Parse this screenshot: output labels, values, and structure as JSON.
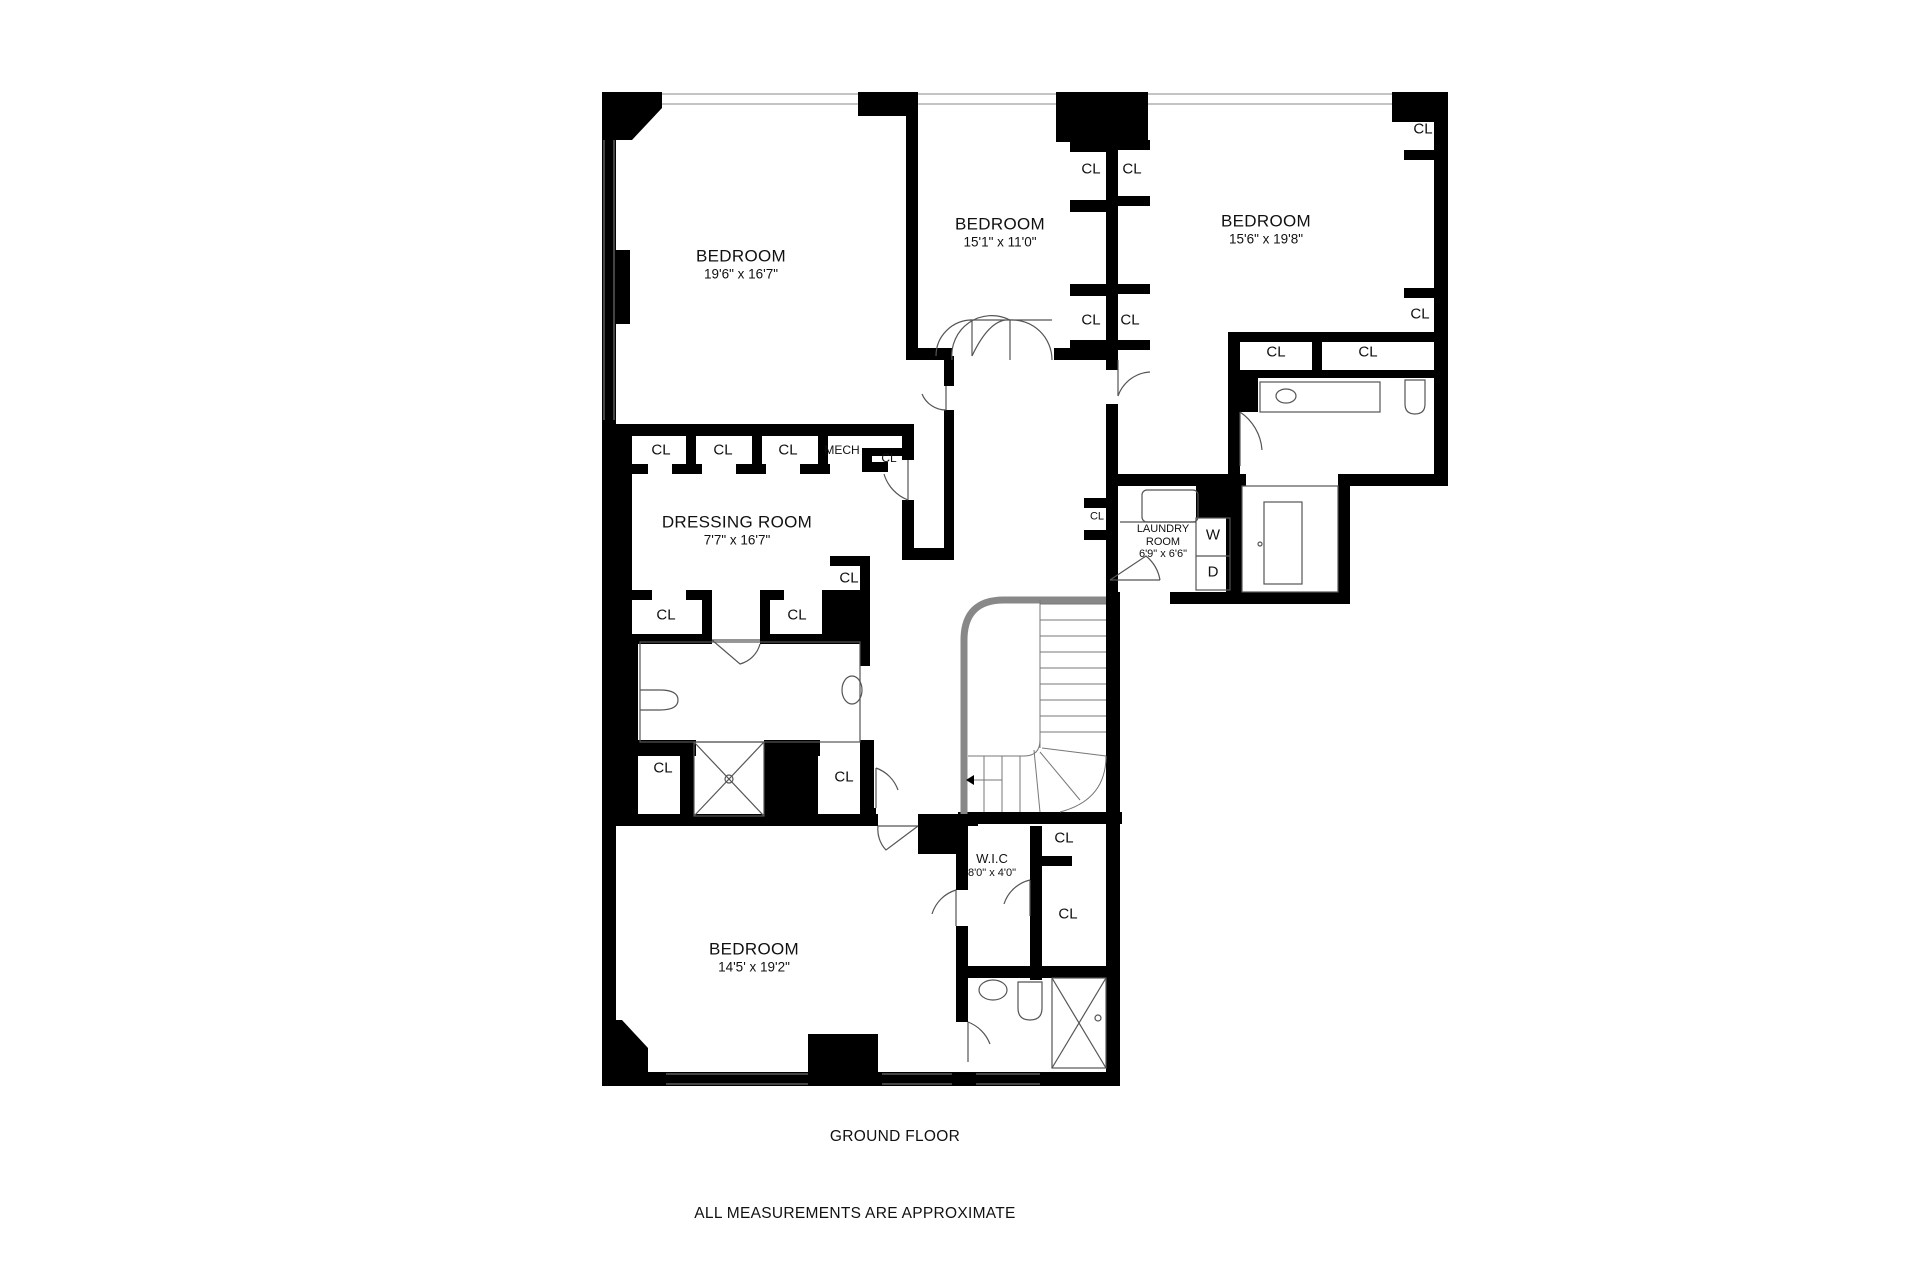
{
  "plan": {
    "floor_label": "GROUND FLOOR",
    "disclaimer": "ALL MEASUREMENTS ARE APPROXIMATE",
    "colors": {
      "wall": "#000000",
      "background": "#ffffff",
      "stair_rail": "#888888",
      "fixture_line": "#555555"
    }
  },
  "rooms": {
    "bedroom_nw": {
      "name": "BEDROOM",
      "dim": "19'6\" x 16'7\""
    },
    "bedroom_n": {
      "name": "BEDROOM",
      "dim": "15'1\" x 11'0\""
    },
    "bedroom_ne": {
      "name": "BEDROOM",
      "dim": "15'6\" x 19'8\""
    },
    "dressing": {
      "name": "DRESSING ROOM",
      "dim": "7'7\" x 16'7\""
    },
    "laundry": {
      "name_line1": "LAUNDRY",
      "name_line2": "ROOM",
      "dim": "6'9\" x 6'6\""
    },
    "bedroom_s": {
      "name": "BEDROOM",
      "dim": "14'5' x 19'2\""
    },
    "wic": {
      "name": "W.I.C",
      "dim": "8'0\" x 4'0\""
    }
  },
  "labels": {
    "closet": "CL",
    "mech": "MECH",
    "washer": "W",
    "dryer": "D"
  }
}
